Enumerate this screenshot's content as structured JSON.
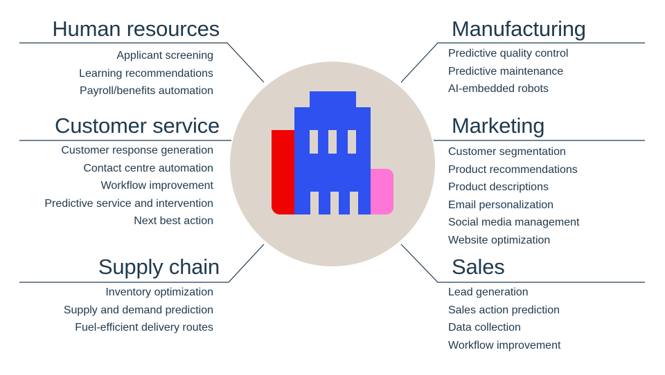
{
  "diagram": {
    "title_none_shown": "",
    "center_icon": "office-building-icon",
    "colors": {
      "background": "#ffffff",
      "text_and_lines": "#203a4e",
      "circle_beige": "#ddd5cb",
      "building_blue": "#2e51ef",
      "building_red": "#ee0202",
      "building_pink": "#ff77d6"
    },
    "sections": [
      {
        "id": "human-resources",
        "side": "left",
        "title": "Human resources",
        "items": [
          "Applicant screening",
          "Learning recommendations",
          "Payroll/benefits automation"
        ]
      },
      {
        "id": "customer-service",
        "side": "left",
        "title": "Customer service",
        "items": [
          "Customer response generation",
          "Contact centre automation",
          "Workflow improvement",
          "Predictive service and intervention",
          "Next best action"
        ]
      },
      {
        "id": "supply-chain",
        "side": "left",
        "title": "Supply chain",
        "items": [
          "Inventory optimization",
          "Supply and demand prediction",
          "Fuel-efficient delivery routes"
        ]
      },
      {
        "id": "manufacturing",
        "side": "right",
        "title": "Manufacturing",
        "items": [
          "Predictive quality control",
          "Predictive maintenance",
          "AI-embedded robots"
        ]
      },
      {
        "id": "marketing",
        "side": "right",
        "title": "Marketing",
        "items": [
          "Customer segmentation",
          "Product recommendations",
          "Product descriptions",
          "Email personalization",
          "Social media management",
          "Website optimization"
        ]
      },
      {
        "id": "sales",
        "side": "right",
        "title": "Sales",
        "items": [
          "Lead generation",
          "Sales action prediction",
          "Data collection",
          "Workflow improvement"
        ]
      }
    ]
  }
}
